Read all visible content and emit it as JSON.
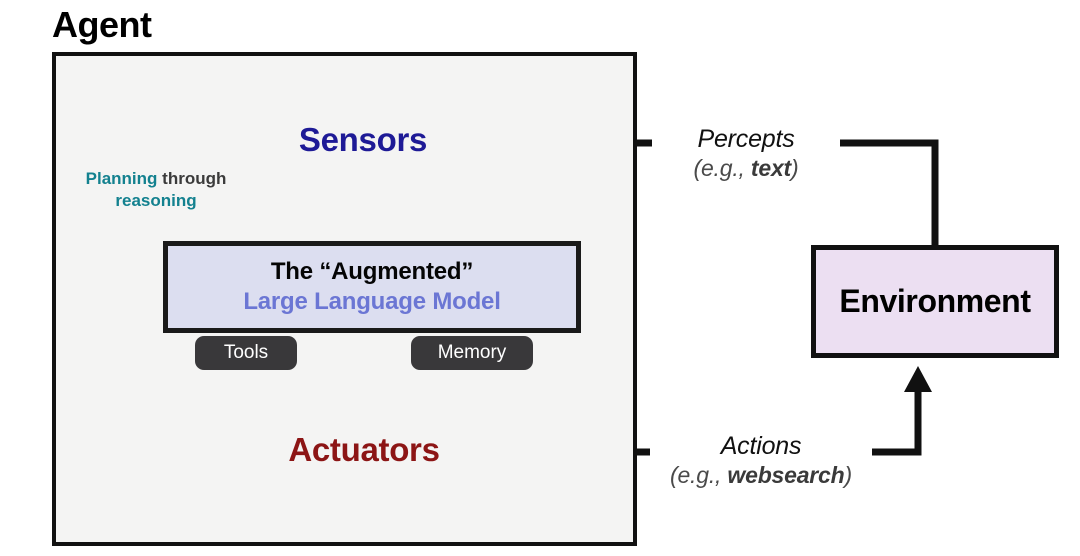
{
  "diagram": {
    "title": "Agent",
    "agent_box": {
      "label": "Agent",
      "fill": "#f4f4f3",
      "border": "#111111"
    },
    "nodes": {
      "sensors": {
        "label": "Sensors",
        "color": "#1e1a96"
      },
      "actuators": {
        "label": "Actuators",
        "color": "#8c1515"
      },
      "llm": {
        "line1": "The “Augmented”",
        "line2": "Large Language Model",
        "fill": "#dcdef0",
        "line1_color": "#050505",
        "line2_color": "#6b76d4"
      },
      "environment": {
        "label": "Environment",
        "fill": "#ecdff2",
        "color": "#000000"
      }
    },
    "chips": [
      {
        "label": "Tools",
        "fill": "#39383a",
        "color": "#ffffff"
      },
      {
        "label": "Memory",
        "fill": "#39383a",
        "color": "#ffffff"
      }
    ],
    "annotations": {
      "planning": {
        "word1": "Planning",
        "word2": "through",
        "word3": "reasoning",
        "accent_color": "#13818f",
        "neutral_color": "#3b3b3b"
      }
    },
    "edges": [
      {
        "name": "percepts",
        "main": "Percepts",
        "sub_prefix": "(e.g., ",
        "sub_bold": "text",
        "sub_suffix": ")",
        "from": "environment",
        "to": "sensors"
      },
      {
        "name": "actions",
        "main": "Actions",
        "sub_prefix": "(e.g., ",
        "sub_bold": "websearch",
        "sub_suffix": ")",
        "from": "actuators",
        "to": "environment"
      }
    ]
  }
}
